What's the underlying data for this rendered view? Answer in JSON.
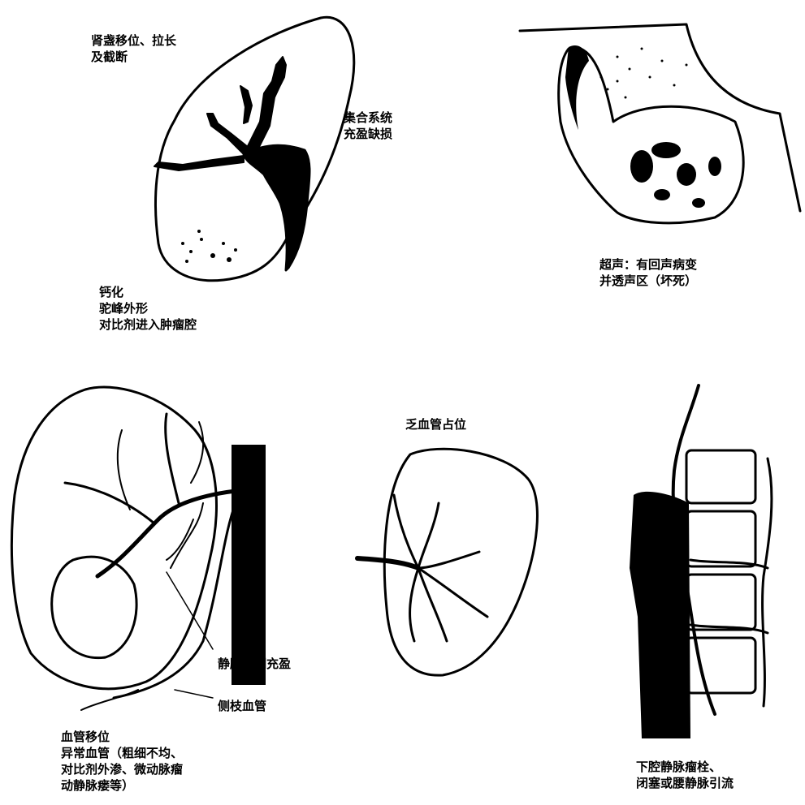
{
  "panels": {
    "renal_pelvis": {
      "label_top": "肾盏移位、拉长\n及截断",
      "label_right": "集合系统\n充盈缺损",
      "label_bottom": "钙化\n驼峰外形\n对比剂进入肿瘤腔"
    },
    "ultrasound": {
      "label": "超声：有回声病变\n并透声区（坏死）"
    },
    "angiography": {
      "label_early_vein": "静脉早期充盈",
      "label_collateral": "侧枝血管",
      "label_bottom": "血管移位\n异常血管（粗细不均、\n对比剂外渗、微动脉瘤\n动静脉瘘等）"
    },
    "avascular": {
      "label": "乏血管占位"
    },
    "ivc": {
      "label": "下腔静脉瘤栓、\n闭塞或腰静脉引流"
    }
  }
}
